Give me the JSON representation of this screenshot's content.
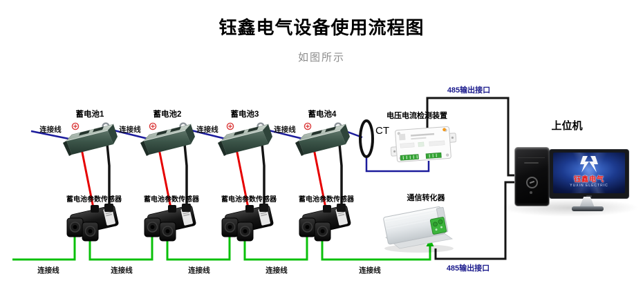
{
  "title": "钰鑫电气设备使用流程图",
  "subtitle": "如图所示",
  "labels": {
    "connection_line": "连接线",
    "rs485_port": "485输出接口",
    "ct": "CT",
    "sensor": "蓄电池参数传感器"
  },
  "batteries": [
    {
      "label": "蓄电池1"
    },
    {
      "label": "蓄电池2"
    },
    {
      "label": "蓄电池3"
    },
    {
      "label": "蓄电池4"
    }
  ],
  "devices": {
    "detector": "电压电流检测装置",
    "converter": "通信转化器",
    "host": "上位机"
  },
  "monitor": {
    "brand_cn": "钰鑫电气",
    "brand_en": "YUXIN ELECTRIC"
  },
  "colors": {
    "wire_blue": "#1c1c9c",
    "wire_red": "#e60000",
    "wire_green": "#0ac00a",
    "wire_black": "#141414",
    "rs485_label_navy": "#1a1a8c",
    "brand_red": "#e41b1b",
    "battery_green": "#3c5549",
    "terminal_green": "#3cb43c"
  }
}
